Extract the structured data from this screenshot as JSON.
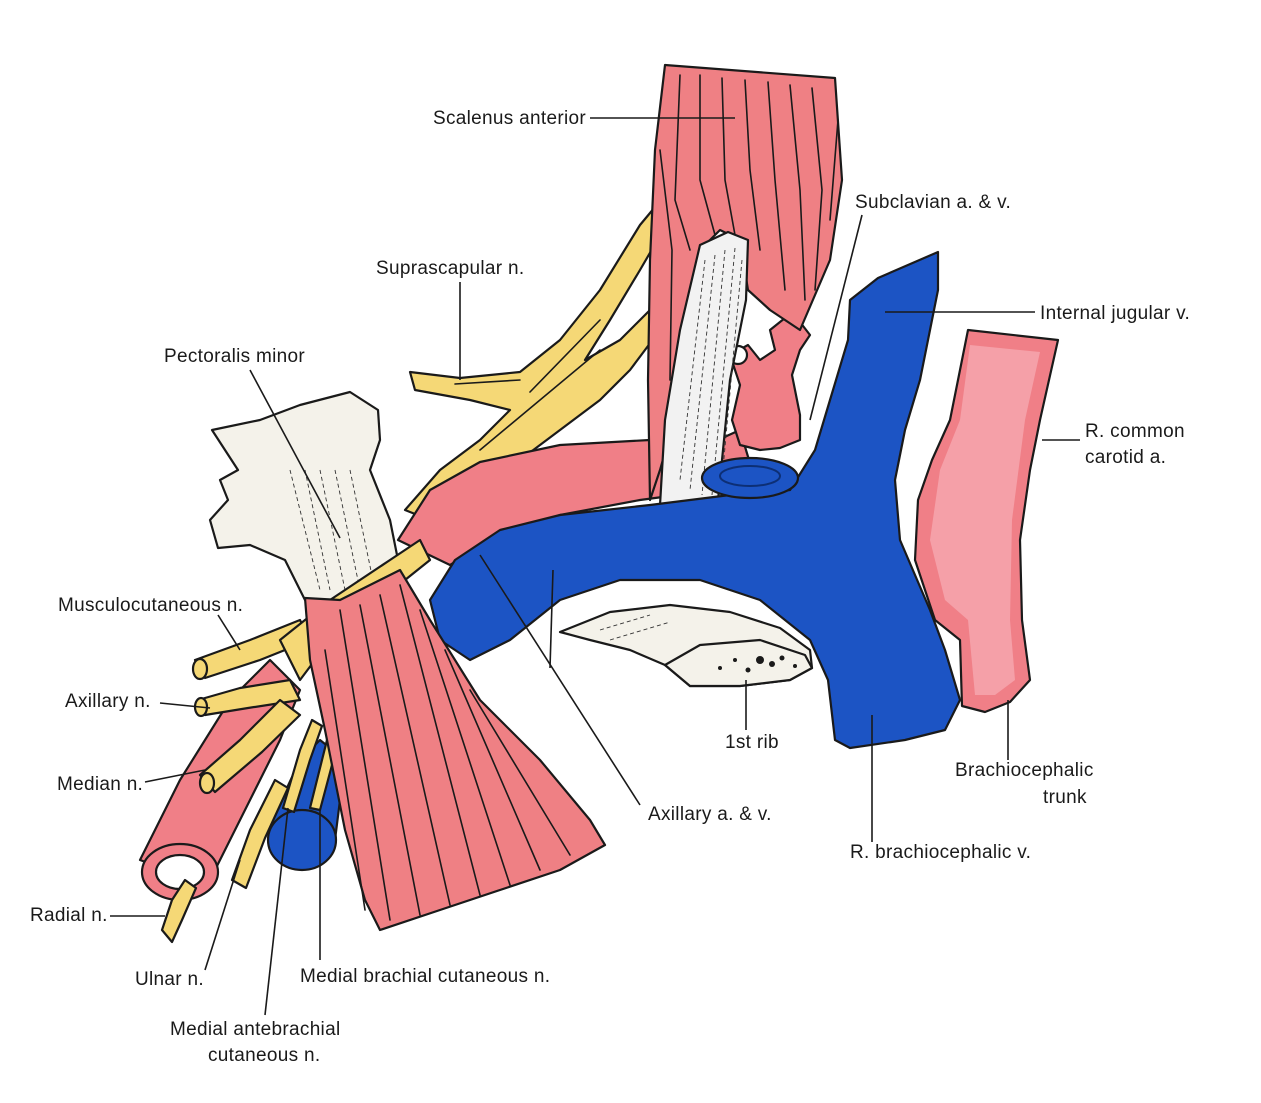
{
  "colors": {
    "artery": "#f07f87",
    "artery_light": "#f5a0a8",
    "vein": "#1c54c4",
    "nerve": "#f5d876",
    "muscle": "#ef8084",
    "tendon": "#f2f2f2",
    "bone": "#f4f2ea",
    "outline": "#1a1a1a"
  },
  "labels": {
    "scalenus_anterior": "Scalenus anterior",
    "subclavian": "Subclavian a. & v.",
    "suprascapular": "Suprascapular n.",
    "internal_jugular": "Internal jugular v.",
    "pectoralis_minor": "Pectoralis minor",
    "r_common_carotid_1": "R. common",
    "r_common_carotid_2": "carotid a.",
    "musculocutaneous": "Musculocutaneous n.",
    "axillary_n": "Axillary n.",
    "first_rib": "1st rib",
    "brachiocephalic_trunk_1": "Brachiocephalic",
    "brachiocephalic_trunk_2": "trunk",
    "median": "Median n.",
    "axillary_av": "Axillary a. & v.",
    "r_brachiocephalic_v": "R. brachiocephalic v.",
    "radial": "Radial n.",
    "ulnar": "Ulnar n.",
    "medial_brachial": "Medial brachial cutaneous n.",
    "medial_antebrachial_1": "Medial antebrachial",
    "medial_antebrachial_2": "cutaneous n."
  }
}
